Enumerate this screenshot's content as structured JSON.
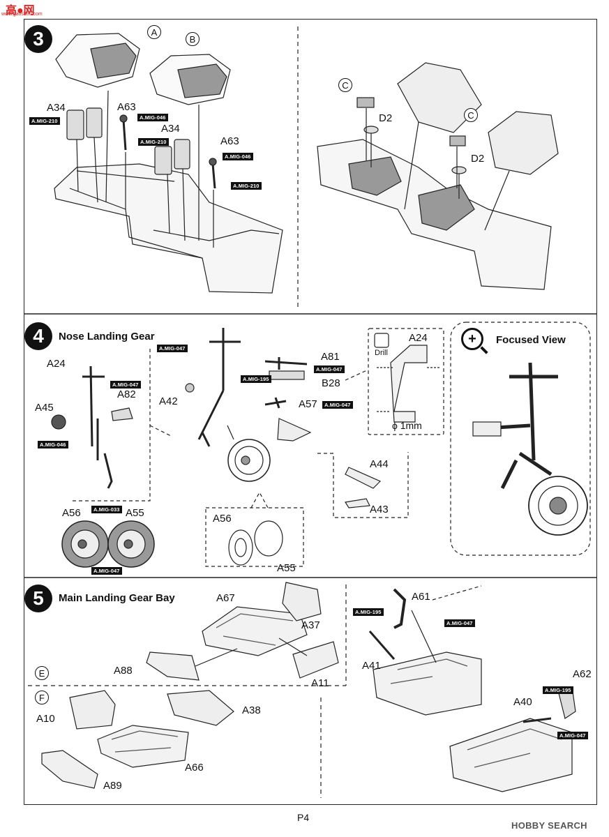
{
  "logo": {
    "text": "高●网",
    "url": "www.gaoshou.com"
  },
  "page_number": "P4",
  "watermark": "HOBBY SEARCH",
  "step3": {
    "number": "3",
    "labels": {
      "A34_left": "A34",
      "A63_left": "A63",
      "A34_right": "A34",
      "A63_right": "A63",
      "D2_left": "D2",
      "D2_right": "D2"
    },
    "circles": {
      "A": "A",
      "B": "B",
      "C1": "C",
      "C2": "C"
    },
    "paint_tags": {
      "mig210_a": "A.MIG-210",
      "mig046_a": "A.MIG-046",
      "mig210_b": "A.MIG-210",
      "mig046_b": "A.MIG-046",
      "mig210_c": "A.MIG-210"
    }
  },
  "step4": {
    "number": "4",
    "title": "Nose Landing Gear",
    "focused_view": "Focused View",
    "drill": "Drill",
    "drill_size": "ϕ 1mm",
    "labels": {
      "A24_a": "A24",
      "A45": "A45",
      "A82": "A82",
      "A42": "A42",
      "A81": "A81",
      "B28": "B28",
      "A57": "A57",
      "A24_b": "A24",
      "A44": "A44",
      "A43": "A43",
      "A56_a": "A56",
      "A55_a": "A55",
      "A56_b": "A56",
      "A55_b": "A55"
    },
    "paint_tags": {
      "mig047_a": "A.MIG-047",
      "mig046": "A.MIG-046",
      "mig047_b": "A.MIG-047",
      "mig195": "A.MIG-195",
      "mig047_c": "A.MIG-047",
      "mig047_d": "A.MIG-047",
      "mig033": "A.MIG-033",
      "mig047_e": "A.MIG-047"
    }
  },
  "step5": {
    "number": "5",
    "title": "Main Landing Gear Bay",
    "circles": {
      "E": "E",
      "F": "F"
    },
    "labels": {
      "A67": "A67",
      "A37": "A37",
      "A88": "A88",
      "A11": "A11",
      "A61": "A61",
      "A41": "A41",
      "A62": "A62",
      "A40": "A40",
      "A10": "A10",
      "A38": "A38",
      "A66": "A66",
      "A89": "A89"
    },
    "paint_tags": {
      "mig195_a": "A.MIG-195",
      "mig047_a": "A.MIG-047",
      "mig195_b": "A.MIG-195",
      "mig047_b": "A.MIG-047"
    }
  }
}
